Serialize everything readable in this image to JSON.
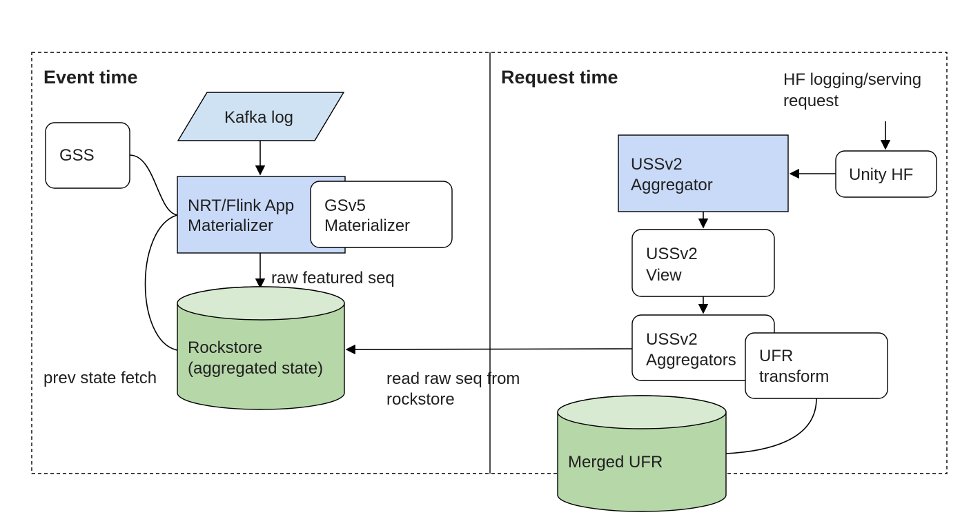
{
  "sections": {
    "event_time": "Event time",
    "request_time": "Request time"
  },
  "nodes": {
    "kafka_log": "Kafka log",
    "gss": "GSS",
    "nrt_flink": [
      "NRT/Flink App",
      "Materializer"
    ],
    "gsv5": [
      "GSv5",
      "Materializer"
    ],
    "rockstore": [
      "Rockstore",
      "(aggregated state)"
    ],
    "ussv2_aggregator": [
      "USSv2",
      "Aggregator"
    ],
    "unity_hf": "Unity HF",
    "ussv2_view": [
      "USSv2",
      "View"
    ],
    "ussv2_aggregators": [
      "USSv2",
      "Aggregators"
    ],
    "ufr_transform": [
      "UFR",
      "transform"
    ],
    "merged_ufr": "Merged UFR"
  },
  "labels": {
    "hf_request": [
      "HF logging/serving",
      "request"
    ],
    "raw_featured_seq": "raw featured seq",
    "prev_state_fetch": "prev state fetch",
    "read_raw_seq": [
      "read raw seq from",
      "rockstore"
    ]
  },
  "colors": {
    "blue_box": "#c9daf8",
    "kafka_fill": "#cfe2f3",
    "cylinder_body": "#b6d7a8",
    "cylinder_top": "#d9ead3"
  }
}
